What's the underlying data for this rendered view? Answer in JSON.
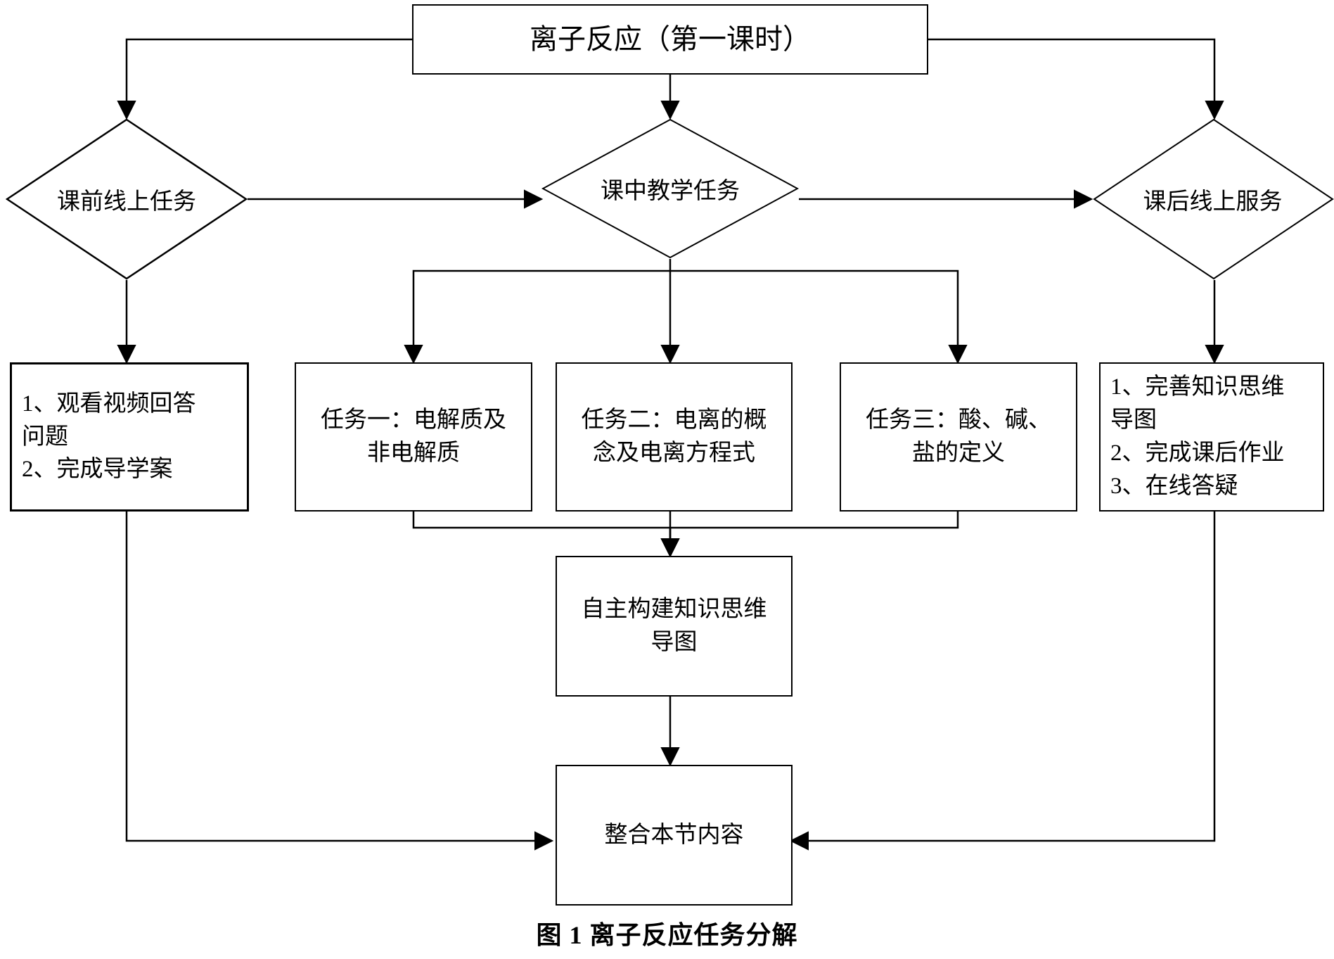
{
  "figure": {
    "caption": "图 1  离子反应任务分解",
    "background_color": "#ffffff",
    "line_color": "#000000",
    "text_color": "#000000"
  },
  "nodes": {
    "title": {
      "label": "离子反应（第一课时）",
      "shape": "rectangle"
    },
    "phase_pre": {
      "label": "课前线上任务",
      "shape": "diamond"
    },
    "phase_during": {
      "label": "课中教学任务",
      "shape": "diamond"
    },
    "phase_post": {
      "label": "课后线上服务",
      "shape": "diamond"
    },
    "pre_tasks": {
      "label": "1、观看视频回答\n问题\n2、完成导学案",
      "shape": "rectangle"
    },
    "task_one": {
      "label": "任务一：电解质及\n非电解质",
      "shape": "rectangle"
    },
    "task_two": {
      "label": "任务二：电离的概\n念及电离方程式",
      "shape": "rectangle"
    },
    "task_three": {
      "label": "任务三：酸、碱、\n盐的定义",
      "shape": "rectangle"
    },
    "post_tasks": {
      "label": "1、完善知识思维\n导图\n2、完成课后作业\n3、在线答疑",
      "shape": "rectangle"
    },
    "mindmap": {
      "label": "自主构建知识思维\n导图",
      "shape": "rectangle"
    },
    "integrate": {
      "label": "整合本节内容",
      "shape": "rectangle"
    }
  },
  "edges": [
    {
      "from": "title",
      "to": "phase_pre"
    },
    {
      "from": "title",
      "to": "phase_during"
    },
    {
      "from": "title",
      "to": "phase_post"
    },
    {
      "from": "phase_pre",
      "to": "phase_during"
    },
    {
      "from": "phase_during",
      "to": "phase_post"
    },
    {
      "from": "phase_pre",
      "to": "pre_tasks"
    },
    {
      "from": "phase_during",
      "to": "task_one"
    },
    {
      "from": "phase_during",
      "to": "task_two"
    },
    {
      "from": "phase_during",
      "to": "task_three"
    },
    {
      "from": "phase_post",
      "to": "post_tasks"
    },
    {
      "from": "task_one",
      "to": "mindmap"
    },
    {
      "from": "task_two",
      "to": "mindmap"
    },
    {
      "from": "task_three",
      "to": "mindmap"
    },
    {
      "from": "mindmap",
      "to": "integrate"
    },
    {
      "from": "pre_tasks",
      "to": "integrate"
    },
    {
      "from": "post_tasks",
      "to": "integrate"
    }
  ]
}
